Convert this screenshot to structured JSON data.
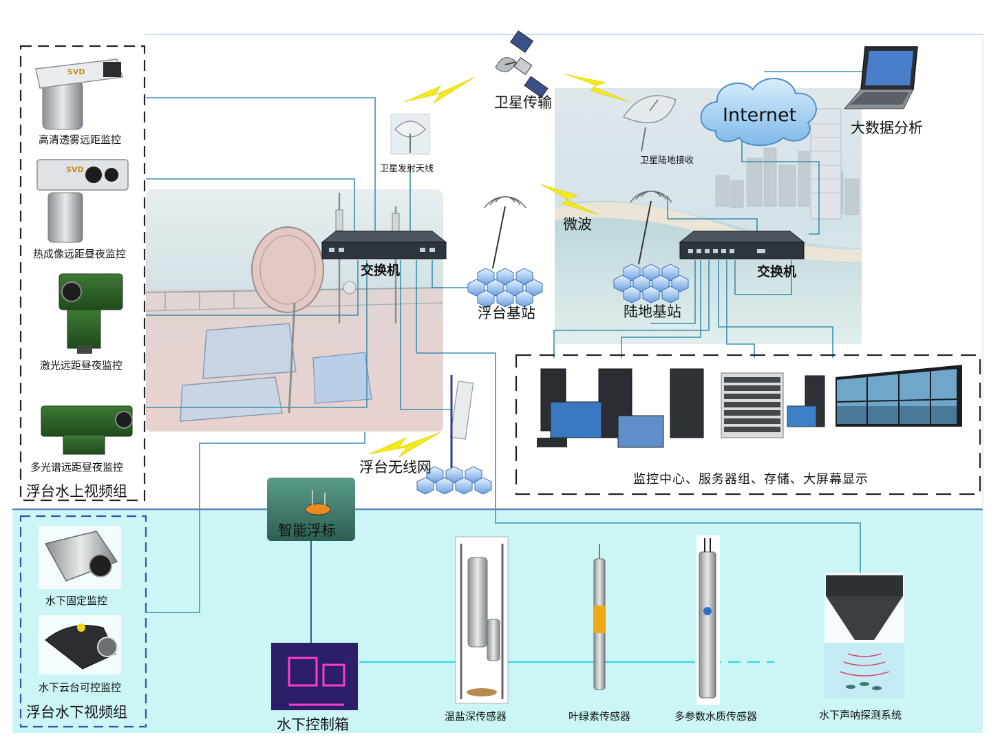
{
  "labels": {
    "satellite_transmission": "卫星传输",
    "internet": "Internet",
    "big_data": "大数据分析",
    "sat_tx_antenna": "卫星发射天线",
    "sat_ground_rx": "卫星陆地接收",
    "microwave": "微波",
    "switch_left": "交换机",
    "switch_right": "交换机",
    "platform_bs": "浮台基站",
    "land_bs": "陆地基站",
    "platform_wlan": "浮台无线网",
    "smart_buoy": "智能浮标",
    "underwater_ctrl": "水下控制箱",
    "control_center": "监控中心、服务器组、存储、大屏幕显示",
    "ctd": "温盐深传感器",
    "chlorophyll": "叶绿素传感器",
    "multi_param": "多参数水质传感器",
    "sonar": "水下声呐探测系统"
  },
  "above_group": {
    "title": "浮台水上视频组",
    "items": [
      "高清透雾远距监控",
      "热成像远距昼夜监控",
      "激光远距昼夜监控",
      "多光谱远距昼夜监控"
    ]
  },
  "below_group": {
    "title": "浮台水下视频组",
    "items": [
      "水下固定监控",
      "水下云台可控监控"
    ]
  },
  "cam_logo": "SVD",
  "colors": {
    "wire": "#3a8fb0",
    "cyan_wire": "#38d6e0",
    "underwater_bg": "#ccf6f6",
    "lightning": "#f2ea1a"
  }
}
